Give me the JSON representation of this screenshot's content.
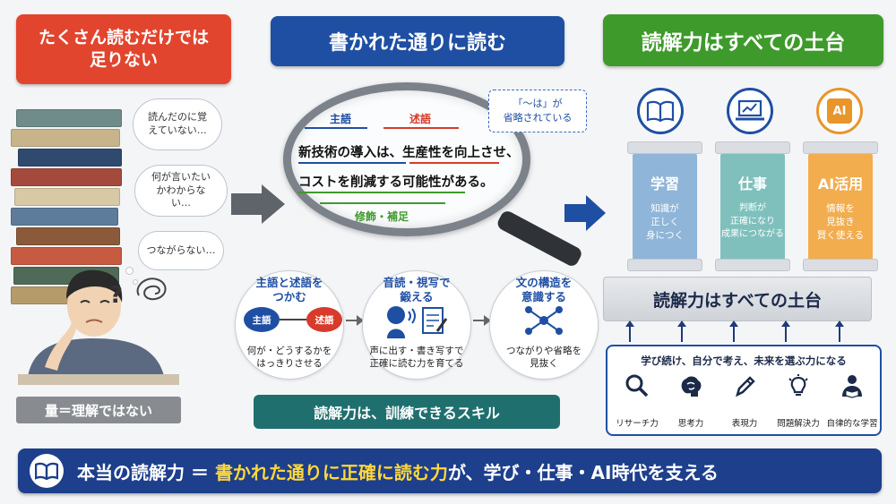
{
  "left": {
    "header": "たくさん読むだけでは足りない",
    "thoughts": [
      "読んだのに覚えていない…",
      "何が言いたいかわからない…",
      "つながらない…"
    ],
    "question_mark": "?",
    "caption": "量＝理解ではない"
  },
  "middle": {
    "header": "書かれた通りに読む",
    "labels": {
      "subject": "主語",
      "predicate": "述語",
      "modifier": "修飾・補足"
    },
    "sentence_line1": "新技術の導入は、生産性を向上させ、",
    "sentence_line2": "コストを削減する可能性がある。",
    "note": {
      "line1": "「〜は」が",
      "line2": "省略されている"
    },
    "steps": [
      {
        "title_line1": "主語と述語を",
        "title_line2": "つかむ",
        "desc_line1": "何が・どうするかを",
        "desc_line2": "はっきりさせる",
        "pill_a": "主語",
        "pill_b": "述語"
      },
      {
        "title_line1": "音読・視写で",
        "title_line2": "鍛える",
        "desc_line1": "声に出す・書き写すで",
        "desc_line2": "正確に読む力を育てる"
      },
      {
        "title_line1": "文の構造を",
        "title_line2": "意識する",
        "desc_line1": "つながりや省略を",
        "desc_line2": "見抜く"
      }
    ],
    "training_bar": "読解力は、訓練できるスキル"
  },
  "right": {
    "header": "読解力はすべての土台",
    "pillars": [
      {
        "title": "学習",
        "desc_lines": [
          "知識が",
          "正しく",
          "身につく"
        ],
        "icon": "book-icon",
        "color": "#8fb5d8"
      },
      {
        "title": "仕事",
        "desc_lines": [
          "判断が",
          "正確になり",
          "成果につながる"
        ],
        "icon": "laptop-chart-icon",
        "color": "#7fc0bd"
      },
      {
        "title": "AI活用",
        "desc_lines": [
          "情報を",
          "見抜き",
          "賢く使える"
        ],
        "icon": "ai-chip-icon",
        "color": "#f2ad4e"
      }
    ],
    "ai_icon_text": "AI",
    "foundation": "読解力はすべての土台",
    "skills_heading": "学び続け、自分で考え、未来を選ぶ力になる",
    "skills": [
      {
        "label": "リサーチ力",
        "icon": "search-icon"
      },
      {
        "label": "思考力",
        "icon": "brain-icon"
      },
      {
        "label": "表現力",
        "icon": "pen-icon"
      },
      {
        "label": "問題解決力",
        "icon": "lightbulb-icon"
      },
      {
        "label": "自律的な学習",
        "icon": "reader-icon"
      }
    ]
  },
  "banner": {
    "part1": "本当の読解力 ＝ ",
    "highlight": "書かれた通りに正確に読む力",
    "part2": "が、学び・仕事・AI時代を支える"
  },
  "colors": {
    "red": "#e2452e",
    "blue": "#1f4fa3",
    "green": "#3f9a2c",
    "teal": "#1f6f6f",
    "navy": "#1d3f8c",
    "yellow": "#ffd83a"
  }
}
